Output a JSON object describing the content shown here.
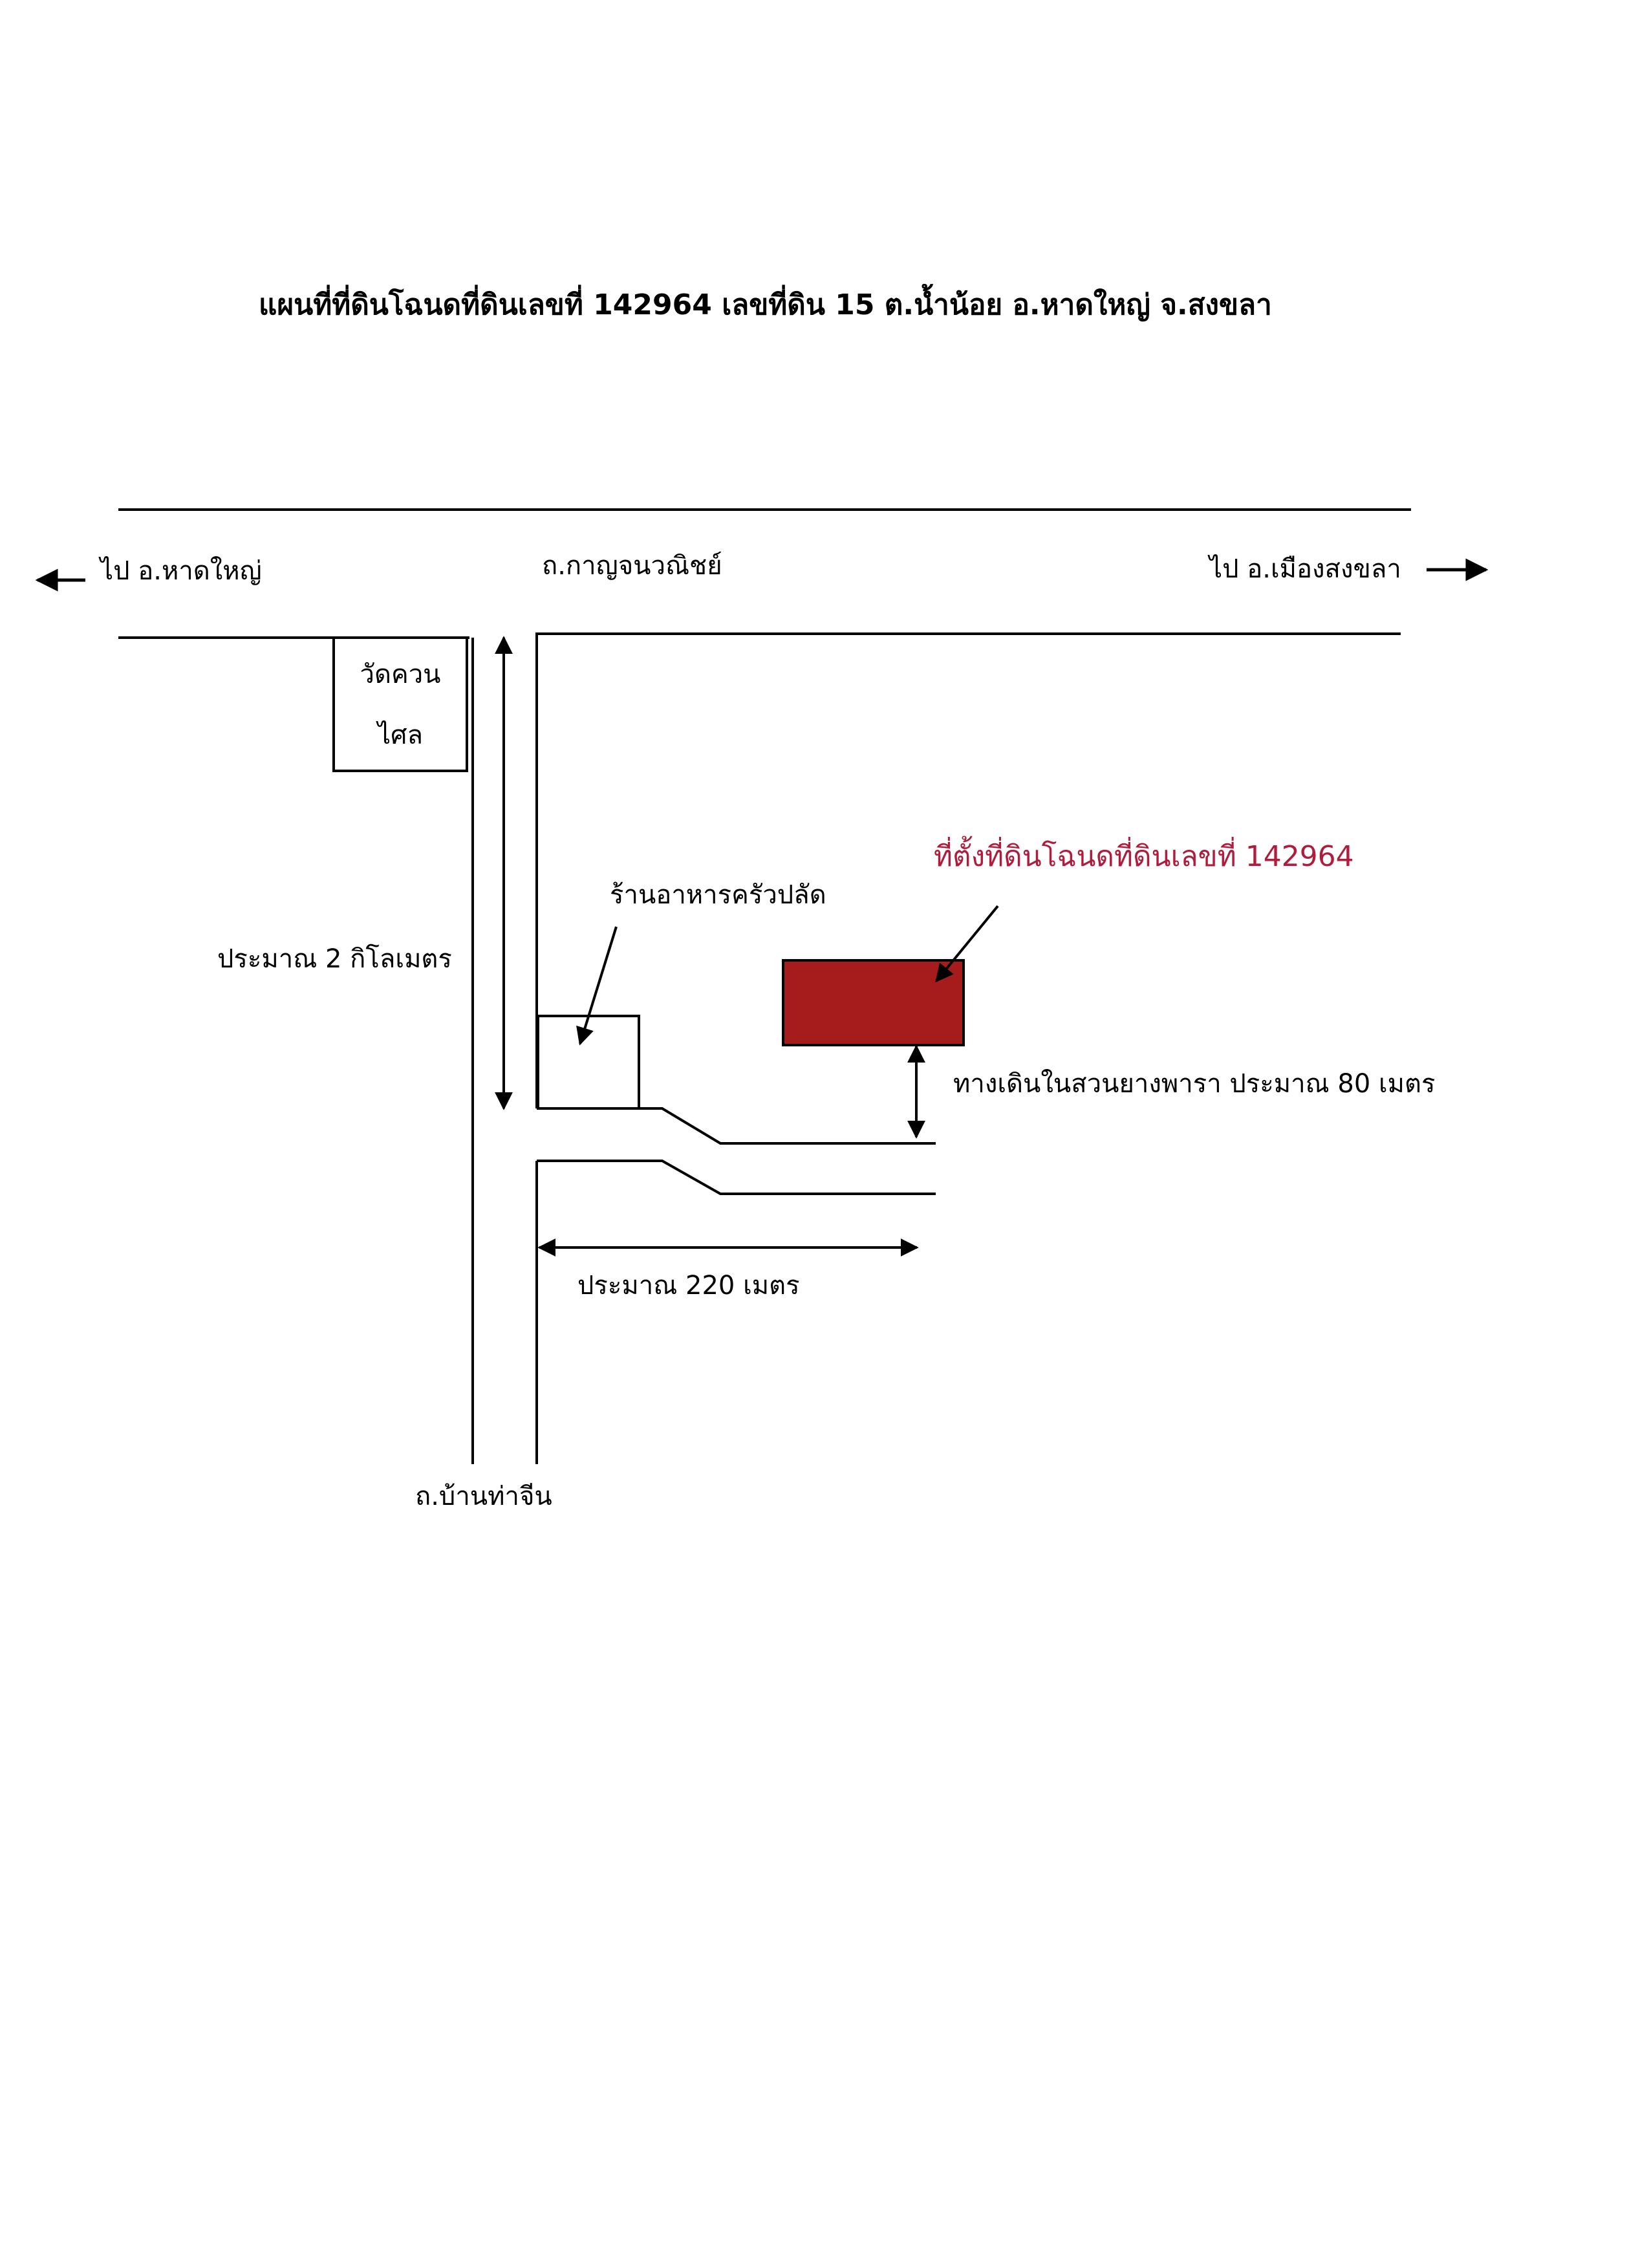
{
  "title": "แผนที่ที่ดินโฉนดที่ดินเลขที่ 142964 เลขที่ดิน 15 ต.น้ำน้อย อ.หาดใหญ่ จ.สงขลา",
  "roads": {
    "main_road_name": "ถ.กาญจนวณิชย์",
    "side_road_name": "ถ.บ้านท่าจีน",
    "to_left": "ไป อ.หาดใหญ่",
    "to_right": "ไป อ.เมืองสงขลา"
  },
  "landmarks": {
    "temple_line1": "วัดควน",
    "temple_line2": "ไศล",
    "restaurant": "ร้านอาหารครัวปลัด"
  },
  "distances": {
    "side_road": "ประมาณ 2 กิโลเมตร",
    "lane": "ประมาณ 220 เมตร",
    "footpath": "ทางเดินในสวนยางพารา ประมาณ 80 เมตร"
  },
  "site": {
    "label": "ที่ตั้งที่ดินโฉนดที่ดินเลขที่ 142964",
    "color": "#a61c1c",
    "label_color": "#b01c3c"
  }
}
